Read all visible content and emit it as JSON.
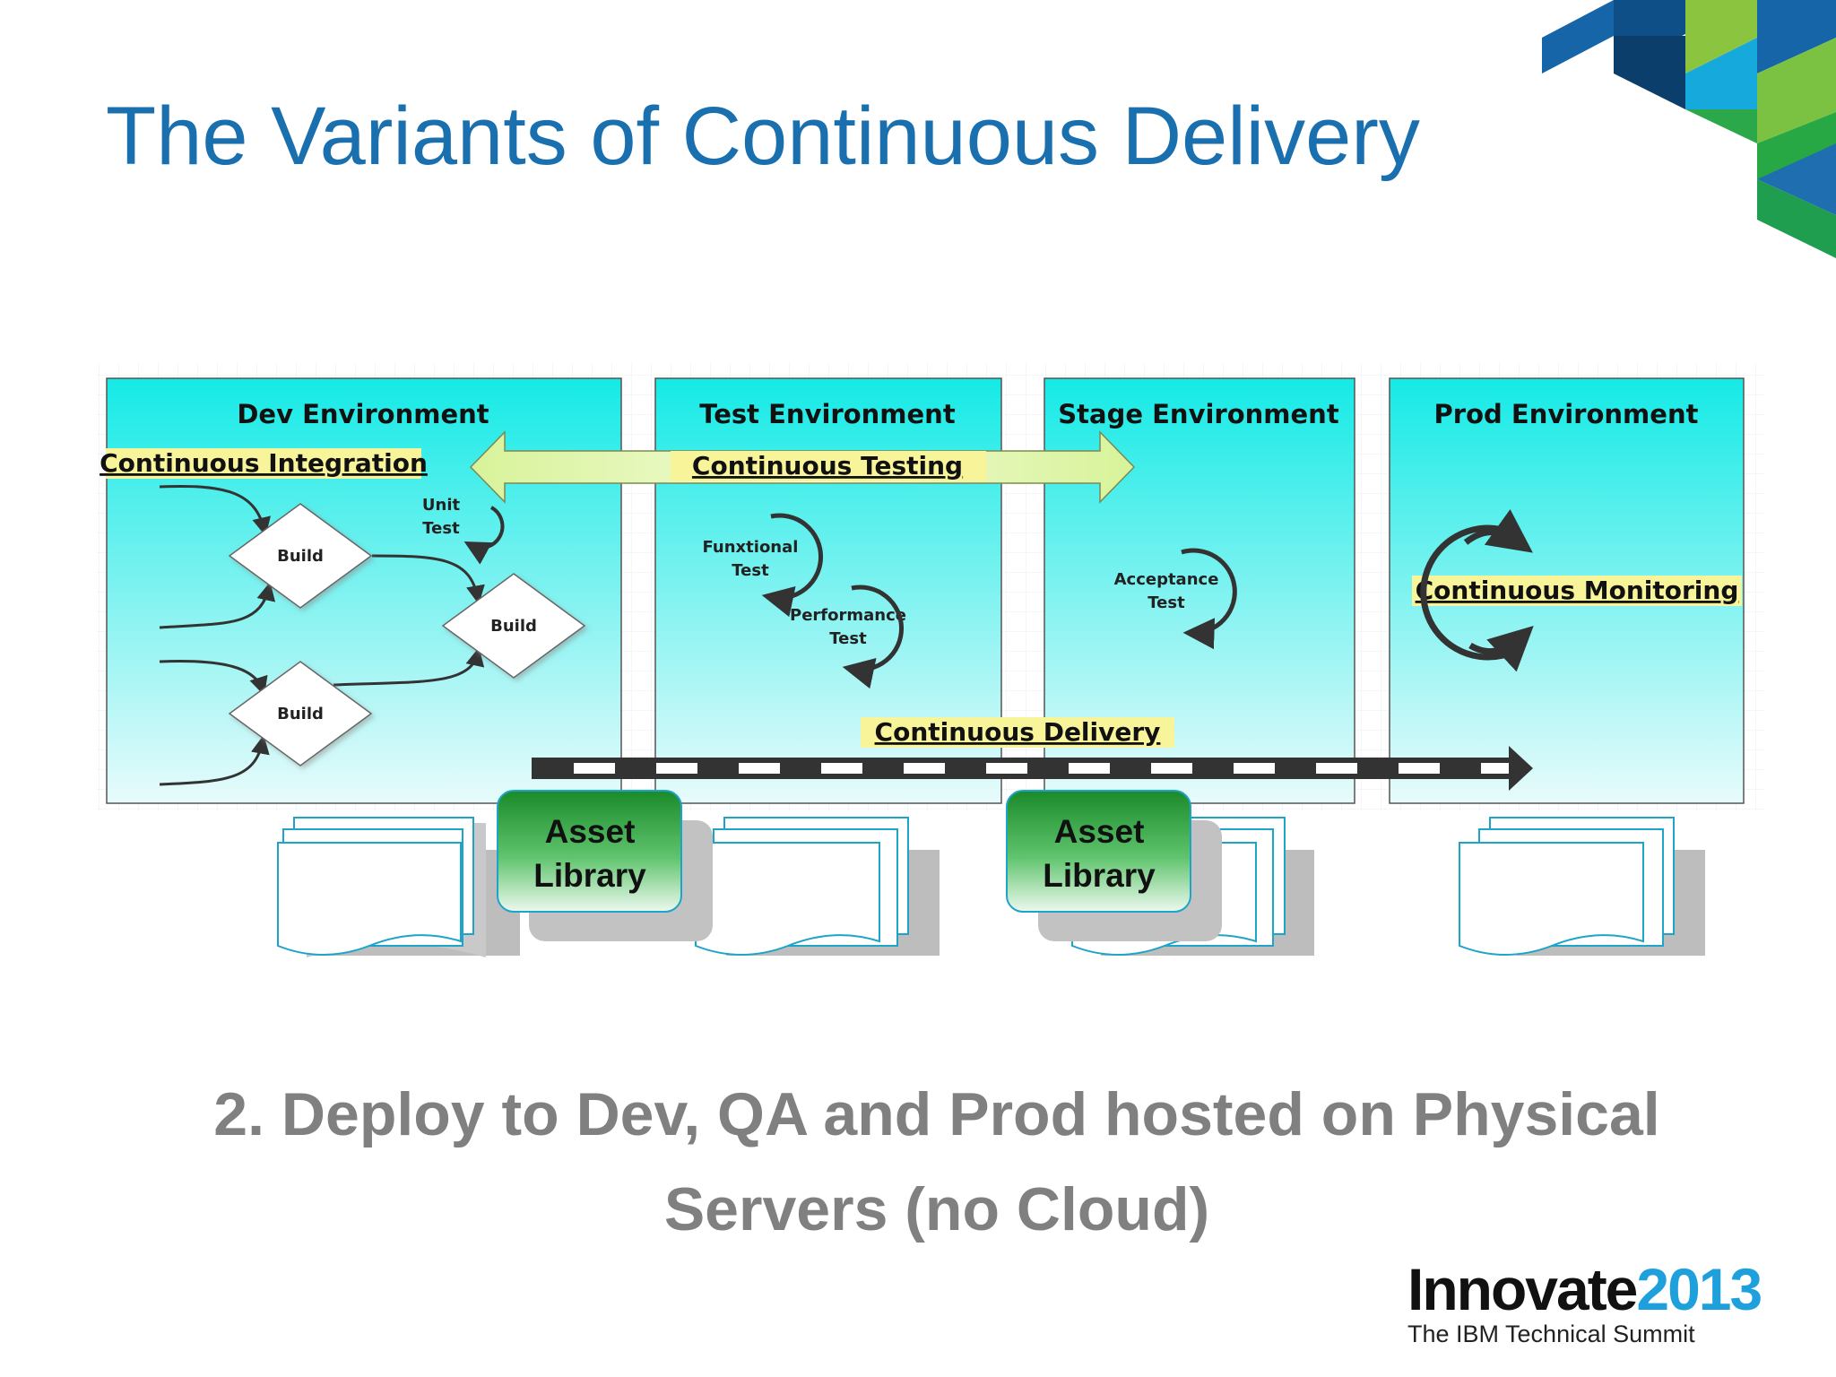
{
  "title": "The Variants of Continuous Delivery",
  "environments": {
    "dev": "Dev Environment",
    "test": "Test Environment",
    "stage": "Stage Environment",
    "prod": "Prod Environment"
  },
  "highlights": {
    "integration": "Continuous Integration",
    "testing": "Continuous Testing",
    "monitoring": "Continuous Monitoring",
    "delivery": "Continuous Delivery"
  },
  "dev_nodes": {
    "build": "Build",
    "unit_test_l1": "Unit",
    "unit_test_l2": "Test"
  },
  "test_nodes": {
    "functional_l1": "Funxtional",
    "functional_l2": "Test",
    "performance_l1": "Performance",
    "performance_l2": "Test"
  },
  "stage_nodes": {
    "acceptance_l1": "Acceptance",
    "acceptance_l2": "Test"
  },
  "asset_library": {
    "line1": "Asset",
    "line2": "Library"
  },
  "subtitle": {
    "line1": "2. Deploy to Dev, QA and Prod hosted on Physical",
    "line2": "Servers (no Cloud)"
  },
  "logo": {
    "word_a": "Innovate",
    "word_b": "2013",
    "tagline": "The IBM Technical Summit"
  },
  "colors": {
    "title": "#1a6fae",
    "env_top": "#15eae6",
    "env_bottom": "#e6fbfb",
    "highlight": "#f8f49a",
    "library_green": "#1a8a2a"
  }
}
